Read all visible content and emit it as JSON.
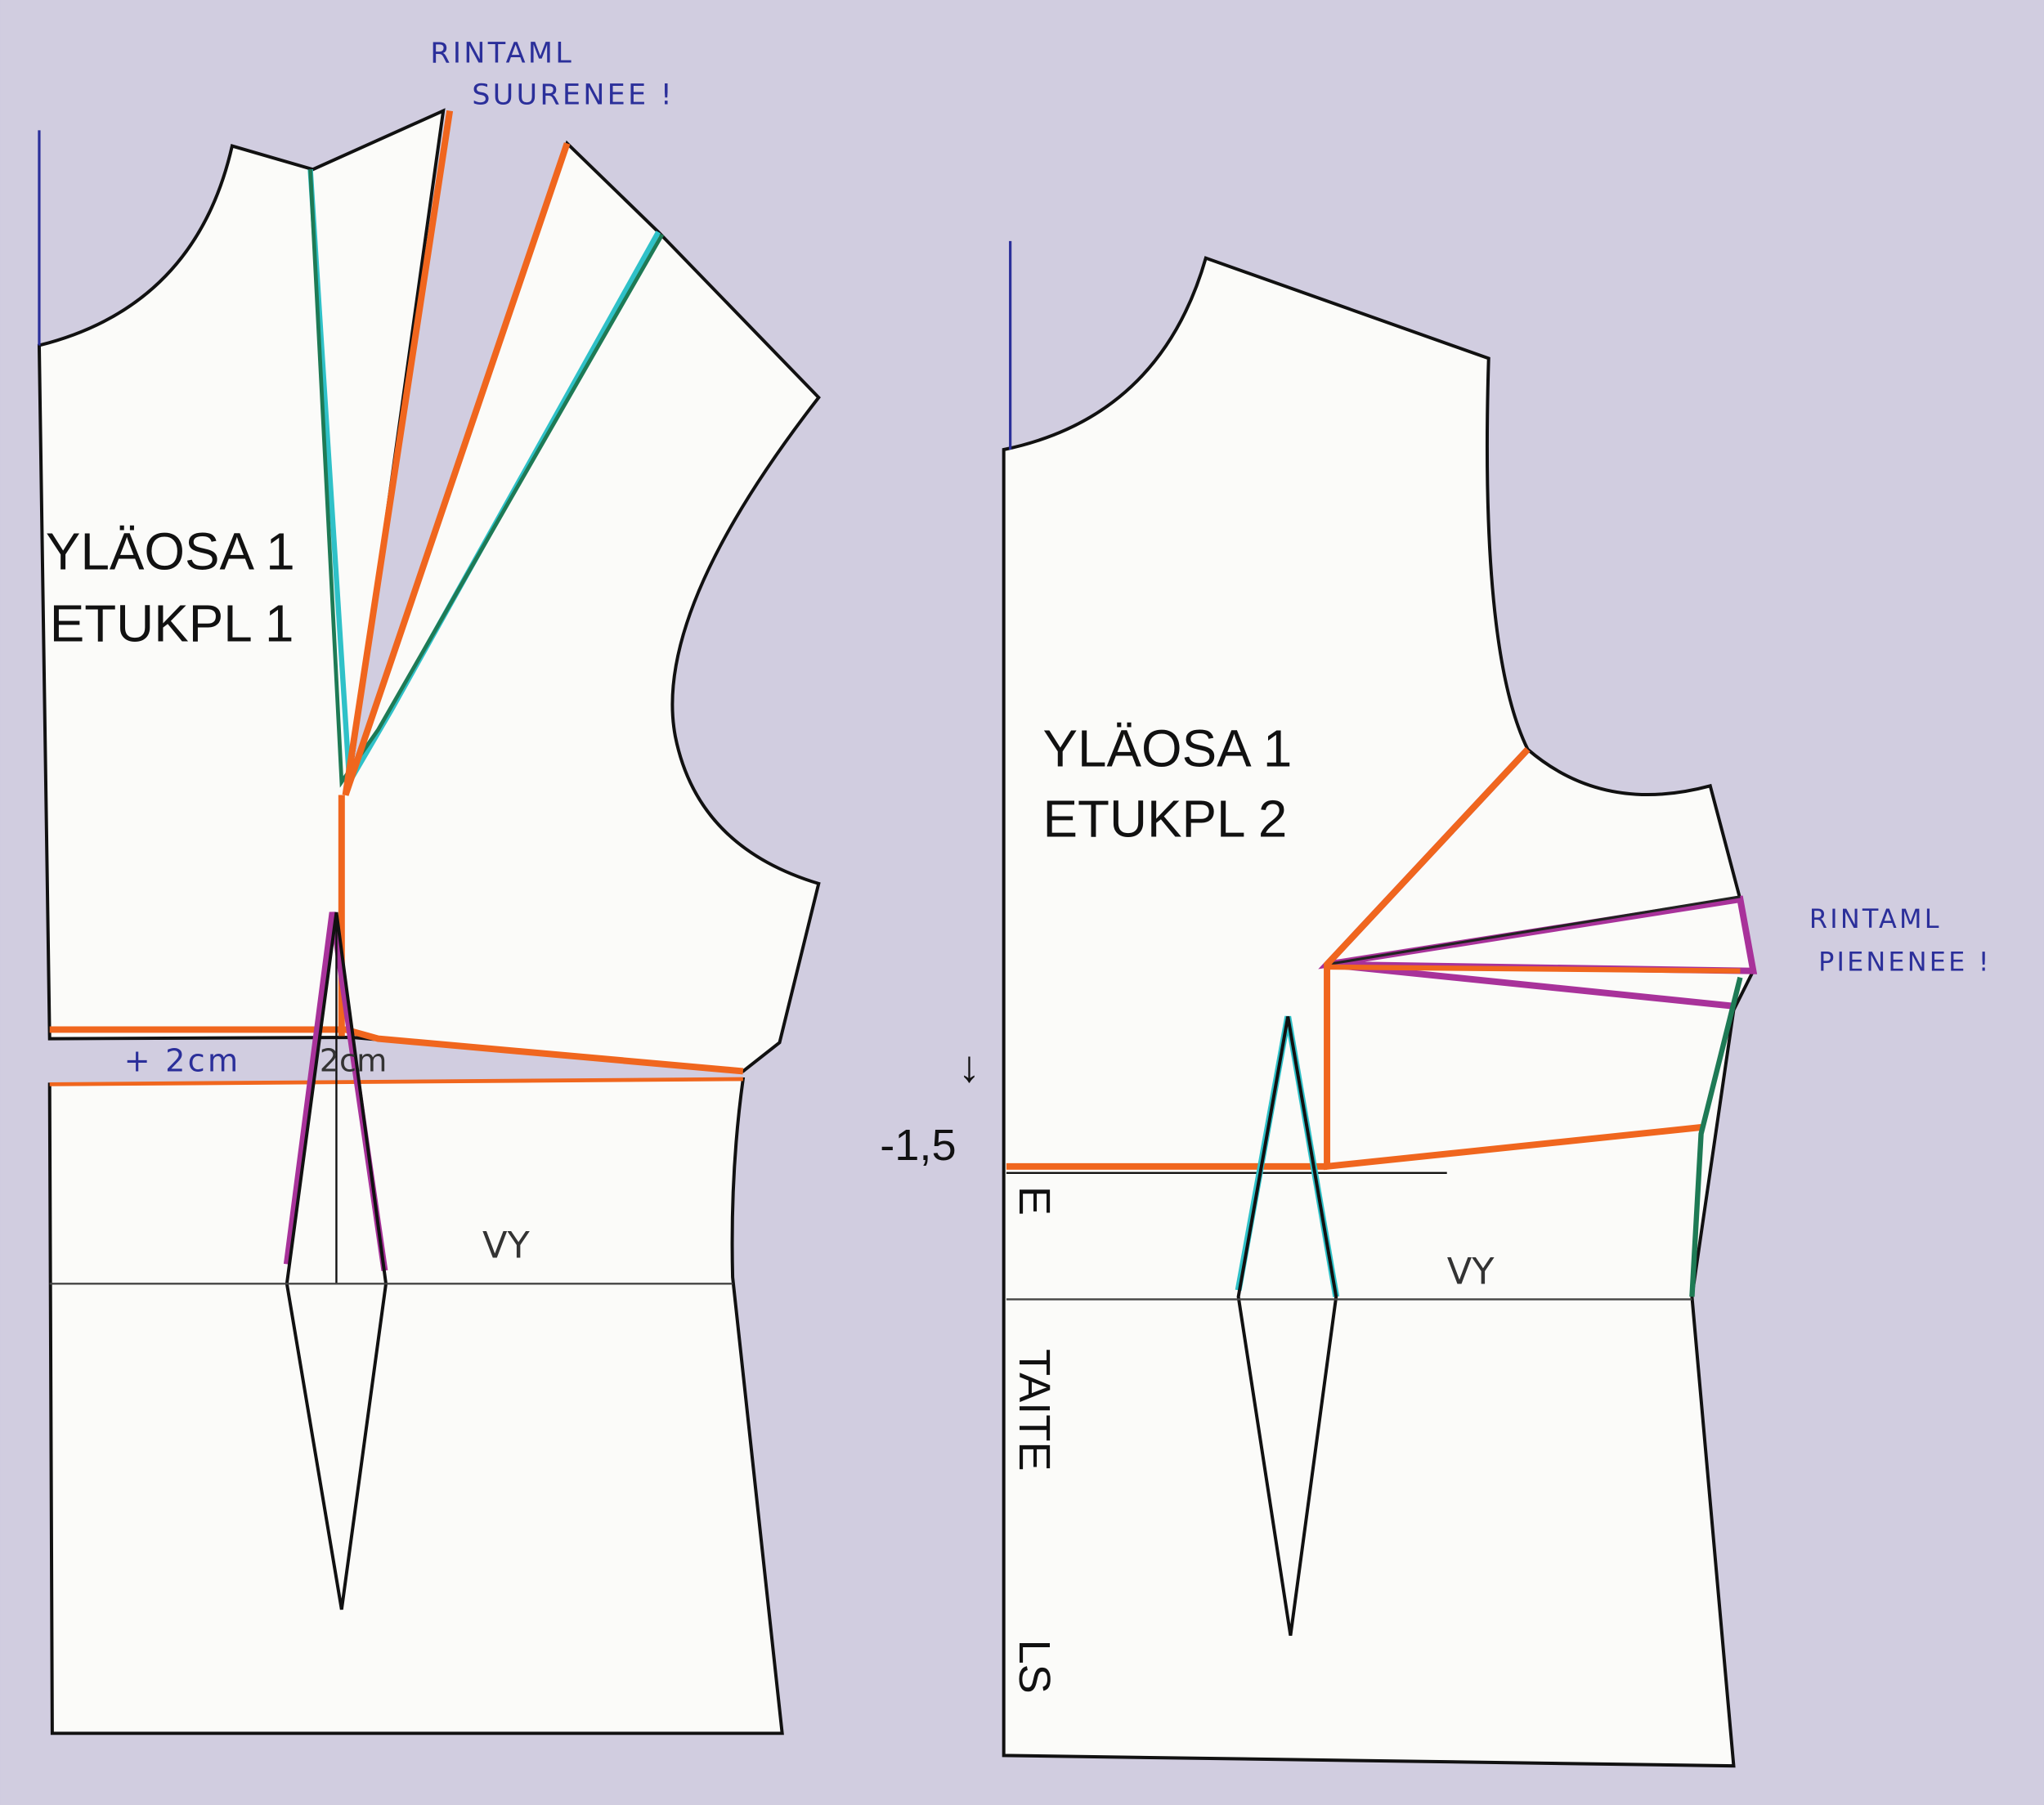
{
  "pieces": [
    {
      "title": "YLÄOSA 1",
      "subtitle": "ETUKPL 1",
      "waist_label": "VY",
      "note_line1": "RINTAML",
      "note_line2": "SUURENEE !",
      "adjustment": "+ 2cm",
      "adjustment_pencil": "2cm"
    },
    {
      "title": "YLÄOSA 1",
      "subtitle": "ETUKPL 2",
      "waist_label": "VY",
      "note_line1": "RINTAML",
      "note_line2": "PIENENEE !",
      "adjustment": "-1,5",
      "fold_label": "TAITE",
      "e_label": "E",
      "ls_label": "LS"
    }
  ],
  "colors": {
    "background": "#d1cde0",
    "paper": "#fbfbf9",
    "orange": "#f0661e",
    "green": "#1e7a55",
    "teal": "#2fc1c8",
    "magenta": "#a8329a",
    "ink": "#2b2f9a"
  }
}
